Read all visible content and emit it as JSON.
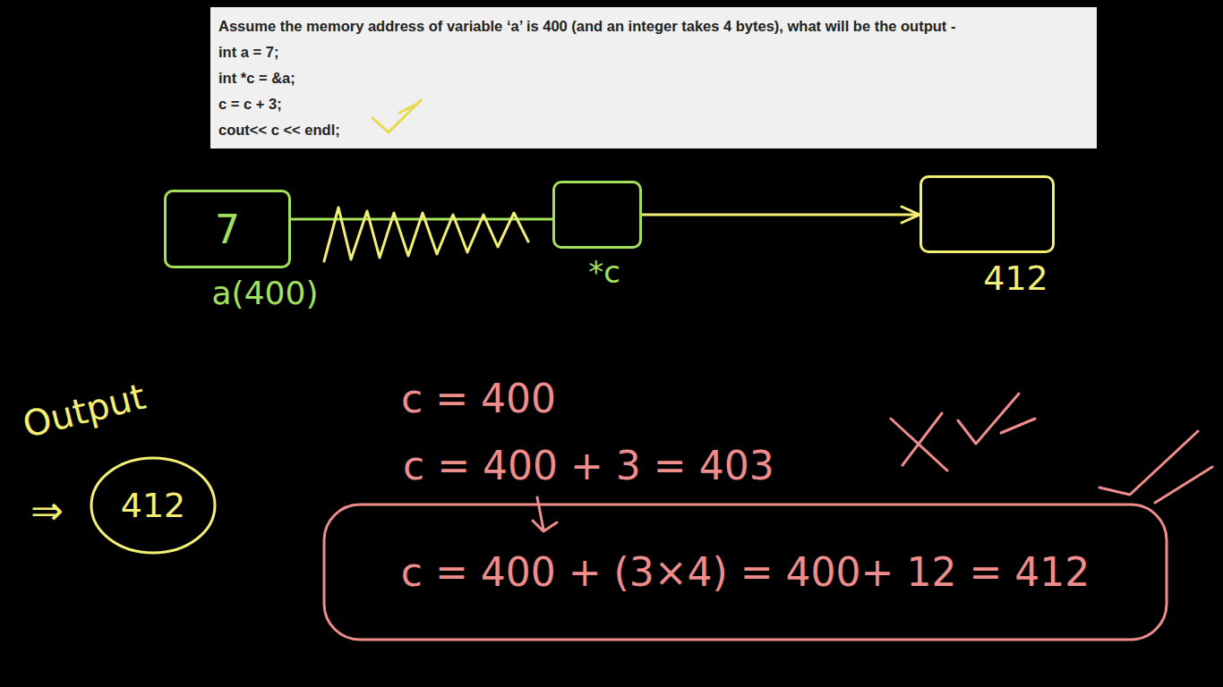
{
  "diagram": {
    "nodes": [
      {
        "text": [
          "Assume the memory address of variable ‘a’ is 400 (and an integer takes 4 bytes), what will be the output -",
          "int a = 7;",
          "int *c = &a;",
          "c = c + 3;",
          "cout<< c << endl;"
        ]
      },
      {
        "text": [
          "7",
          "a(400)"
        ]
      },
      {
        "text": [
          "*c"
        ]
      },
      {
        "text": [
          "412"
        ]
      },
      {
        "text": [
          "412"
        ]
      },
      {
        "text": [
          "c = 400 + (3×4) = 400+ 12 = 412"
        ]
      }
    ],
    "edges": [
      {
        "from": 1,
        "to": 2,
        "arrow": "none"
      },
      {
        "from": 2,
        "to": 3,
        "arrow": "to"
      }
    ],
    "labels": [
      "Output",
      "⇒",
      "c = 400",
      "c = 400 + 3 = 403"
    ]
  }
}
